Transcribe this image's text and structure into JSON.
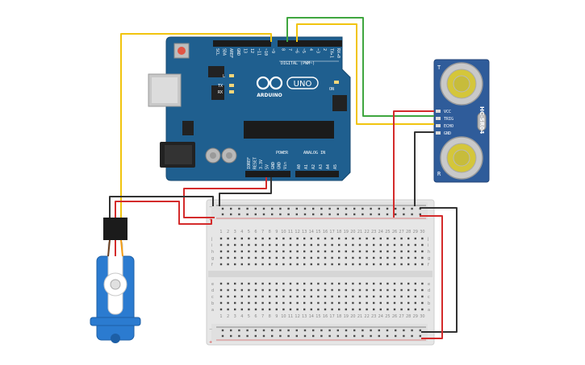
{
  "arduino": {
    "digital_label": "DIGITAL (PWM~)",
    "digital_pins": [
      "SCL",
      "SDA",
      "AREF",
      "GND",
      "13",
      "12",
      "~11",
      "~10",
      "~9",
      "8",
      "7",
      "~6",
      "~5",
      "4",
      "~3",
      "2",
      "TX▸1",
      "RX◂0"
    ],
    "board_name": "UNO",
    "brand": "ARDUINO",
    "on_label": "ON",
    "tx_label": "TX",
    "rx_label": "RX",
    "l_label": "L",
    "power_label": "POWER",
    "power_pins": [
      "IOREF",
      "RESET",
      "3.3V",
      "5V",
      "GND",
      "GND",
      "Vin"
    ],
    "analog_label": "ANALOG IN",
    "analog_pins": [
      "A0",
      "A1",
      "A2",
      "A3",
      "A4",
      "A5"
    ],
    "board_color": "#1f5f8f"
  },
  "sensor": {
    "name": "HC-SR04",
    "pins": [
      "VCC",
      "TRIG",
      "ECHO",
      "GND"
    ],
    "left_mark": "T",
    "right_mark": "R",
    "color": "#2f5c9a"
  },
  "breadboard": {
    "row_letters_top": [
      "j",
      "i",
      "h",
      "g",
      "f"
    ],
    "row_letters_bottom": [
      "e",
      "d",
      "c",
      "b",
      "a"
    ],
    "columns": 30,
    "minus": "−",
    "plus": "+"
  },
  "wires": {
    "red": "#d42b2b",
    "black": "#333333",
    "yellow": "#f1c40f",
    "green": "#3fa63f"
  },
  "servo": {
    "color": "#2b7bd0"
  }
}
